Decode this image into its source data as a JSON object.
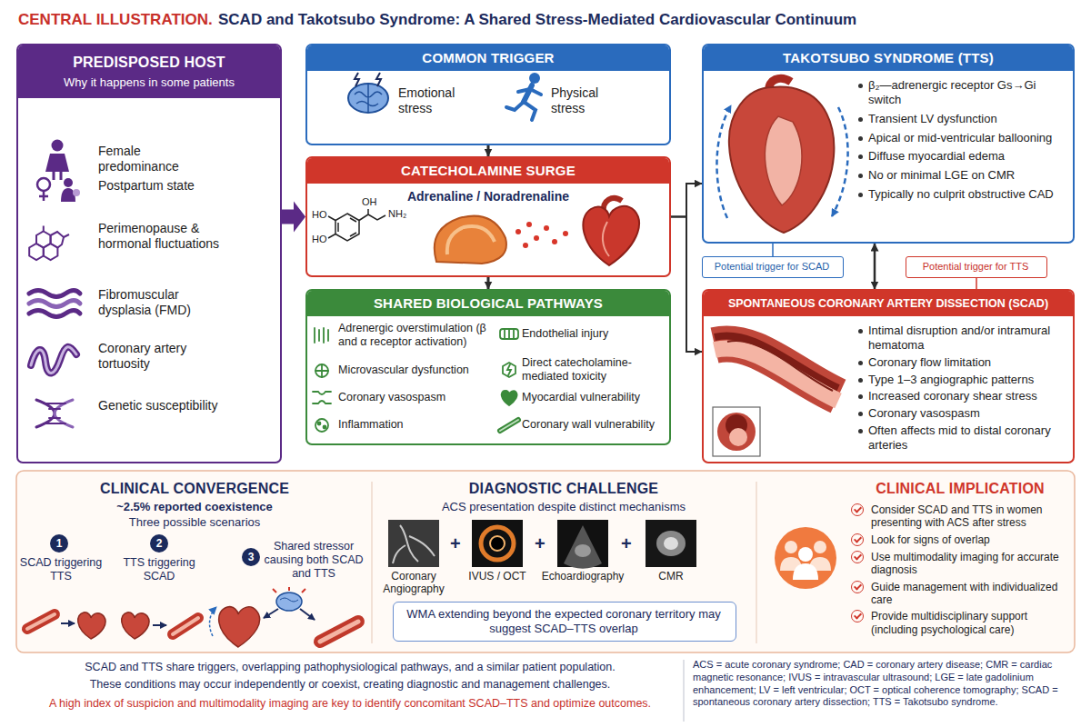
{
  "diagram": {
    "title": "SCAD and Takotsubo Syndrome: A Shared Stress-Mediated Cardiovascular Continuum",
    "nodes": [
      {
        "text": [
          "PREDISPOSED HOST",
          "Why it happens in some patients"
        ]
      },
      {
        "text": [
          "Female predominance"
        ],
        "in": 0
      },
      {
        "text": [
          "Postpartum state"
        ],
        "in": 0
      },
      {
        "text": [
          "Perimenopause & hormonal fluctuations"
        ],
        "in": 0
      },
      {
        "text": [
          "Fibromuscular dysplasia (FMD)"
        ],
        "in": 0
      },
      {
        "text": [
          "Coronary artery tortuosity"
        ],
        "in": 0
      },
      {
        "text": [
          "Genetic susceptibility"
        ],
        "in": 0
      },
      {
        "text": [
          "COMMON TRIGGER",
          "Emotional stress",
          "Physical stress"
        ]
      },
      {
        "text": [
          "CATECHOLAMINE SURGE",
          "Adrenaline / Noradrenaline"
        ]
      },
      {
        "text": [
          "SHARED BIOLOGICAL PATHWAYS",
          "Adrenergic overstimulation (β and α receptor activation)",
          "Microvascular dysfunction",
          "Coronary vasospasm",
          "Inflammation",
          "Endothelial injury",
          "Direct catecholamine-mediated toxicity",
          "Myocardial vulnerability",
          "Coronary wall vulnerability"
        ]
      },
      {
        "text": [
          "TAKOTSUBO SYNDROME (TTS)",
          "β₂—adrenergic receptor Gs→Gi switch",
          "Transient LV dysfunction",
          "Apical or mid-ventricular ballooning",
          "Diffuse myocardial edema",
          "No or minimal LGE on CMR",
          "Typically no culprit obstructive CAD"
        ]
      },
      {
        "text": [
          "Potential trigger for SCAD"
        ]
      },
      {
        "text": [
          "Potential trigger for TTS"
        ]
      },
      {
        "text": [
          "SPONTANEOUS CORONARY ARTERY DISSECTION (SCAD)",
          "Intimal disruption and/or intramural hematoma",
          "Coronary flow limitation",
          "Type 1–3 angiographic patterns",
          "Increased coronary shear stress",
          "Coronary vasospasm",
          "Often affects mid to distal coronary arteries"
        ]
      },
      {
        "text": [
          "CLINICAL CONVERGENCE",
          "~2.5% reported coexistence",
          "Three possible scenarios",
          "SCAD triggering TTS",
          "TTS triggering SCAD",
          "Shared stressor causing both SCAD and TTS"
        ]
      },
      {
        "text": [
          "DIAGNOSTIC CHALLENGE",
          "ACS presentation despite distinct mechanisms",
          "Coronary Angiography",
          "IVUS / OCT",
          "Echoardiography",
          "CMR"
        ]
      },
      {
        "text": [
          "WMA extending beyond the expected coronary territory may suggest SCAD–TTS overlap"
        ],
        "in": 15
      },
      {
        "text": [
          "CLINICAL IMPLICATION",
          "Consider SCAD and TTS in women presenting with ACS after stress",
          "Look for signs of overlap",
          "Use multimodality imaging for accurate diagnosis",
          "Guide management with individualized care",
          "Provide multidisciplinary support (including psychological care)"
        ]
      }
    ],
    "edges": [
      {
        "from": 0,
        "to": 8,
        "arrow": "to"
      },
      {
        "from": 7,
        "to": 8,
        "arrow": "to"
      },
      {
        "from": 8,
        "to": 9,
        "arrow": "to"
      },
      {
        "from": 8,
        "to": 10,
        "arrow": "to"
      },
      {
        "from": 8,
        "to": 13,
        "arrow": "to"
      },
      {
        "from": 10,
        "to": 11,
        "arrow": "none"
      },
      {
        "from": 12,
        "to": 13,
        "arrow": "none"
      },
      {
        "from": 10,
        "to": 13,
        "arrow": "both"
      }
    ],
    "labels": [
      "CENTRAL ILLUSTRATION.",
      "HO",
      "HO",
      "OH",
      "NH₂",
      "1",
      "2",
      "3",
      "+",
      "+",
      "+",
      "SCAD and TTS share triggers, overlapping pathophysiological pathways, and a similar patient population.",
      "These conditions may occur independently or coexist, creating diagnostic and management challenges.",
      "A high index of suspicion and multimodality imaging are key to identify concomitant SCAD–TTS and optimize outcomes.",
      "ACS = acute coronary syndrome; CAD = coronary artery disease; CMR = cardiac magnetic resonance; IVUS = intravascular ultrasound; LGE = late gadolinium enhancement; LV = left ventricular; OCT = optical coherence tomography; SCAD = spontaneous coronary artery dissection; TTS = Takotsubo syndrome."
    ]
  }
}
